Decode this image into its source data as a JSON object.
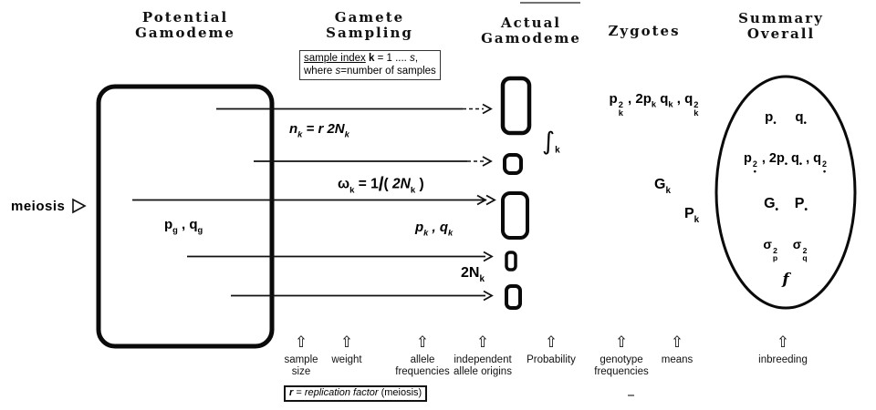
{
  "colors": {
    "ink": "#000000",
    "bg": "#ffffff"
  },
  "headers": {
    "potential": {
      "line1": "Potential",
      "line2": "Gamodeme"
    },
    "sampling": {
      "line1": "Gamete",
      "line2": "Sampling"
    },
    "actual": {
      "line1": "Actual",
      "line2": "Gamodeme"
    },
    "zygotes": {
      "line1": "Zygotes"
    },
    "summary": {
      "line1": "Summary",
      "line2": "Overall"
    }
  },
  "notes": {
    "sample_index_line1_html": "<u>sample index</u> <b>k</b> = 1 .... <i>s</i>,",
    "sample_index_line2_html": "where <i>s</i>=number of samples",
    "replication_html": "<b><i>r</i></b> = <i>replication factor</i> (meiosis)"
  },
  "labels": {
    "meiosis": "meiosis"
  },
  "formulas": {
    "parent_allele_freq_html": "p<sub>g</sub> , q<sub>g</sub>",
    "sample_size_html": "n<sub>k</sub> = r 2N<sub>k</sub>",
    "weight_html": "ω<sub>k</sub> = 1<span class='sl'>/</span>( <i>2N</i><sub>k</sub> )",
    "sample_allele_freq_html": "p<sub>k</sub> , q<sub>k</sub>",
    "sample_gamete_count_html": "2N<sub>k</sub>",
    "integral_html": "∫<sub>k</sub>",
    "zygote_genotype_freq_html": "p<span class='ss'><sup>2</sup><sub>k</sub></span> , 2p<sub>k</sub> q<sub>k</sub> , q<span class='ss'><sup>2</sup><sub>k</sub></span>",
    "zygote_G_html": "G<sub>k</sub>",
    "zygote_P_html": "P<sub>k</sub>"
  },
  "summary_ellipse": {
    "row1_html": "p<sub>•</sub>&nbsp;&nbsp;&nbsp;&nbsp;&nbsp;q<sub>•</sub>",
    "row2_html": "p<span class='ss'><sup>2</sup><sub>•</sub></span> , 2p<sub>•</sub> q<sub>•</sub> , q<span class='ss'><sup>2</sup><sub>•</sub></span>",
    "row3_html": "G<sub>•</sub>&nbsp;&nbsp;&nbsp;&nbsp;P<sub>•</sub>",
    "row4_html": "σ<span class='ss'><sup>2</sup><sub>p</sub></span>&nbsp;&nbsp;&nbsp;&nbsp;σ<span class='ss'><sup>2</sup><sub>q</sub></span>",
    "row5_html": "f"
  },
  "icons": {
    "up_arrow": "⇧"
  },
  "annotations": [
    {
      "label_html": "sample<br>size"
    },
    {
      "label_html": "weight"
    },
    {
      "label_html": "allele<br>frequencies"
    },
    {
      "label_html": "independent<br>allele origins"
    },
    {
      "label_html": "Probability"
    },
    {
      "label_html": "genotype<br>frequencies"
    },
    {
      "label_html": "means"
    },
    {
      "label_html": "inbreeding"
    }
  ]
}
